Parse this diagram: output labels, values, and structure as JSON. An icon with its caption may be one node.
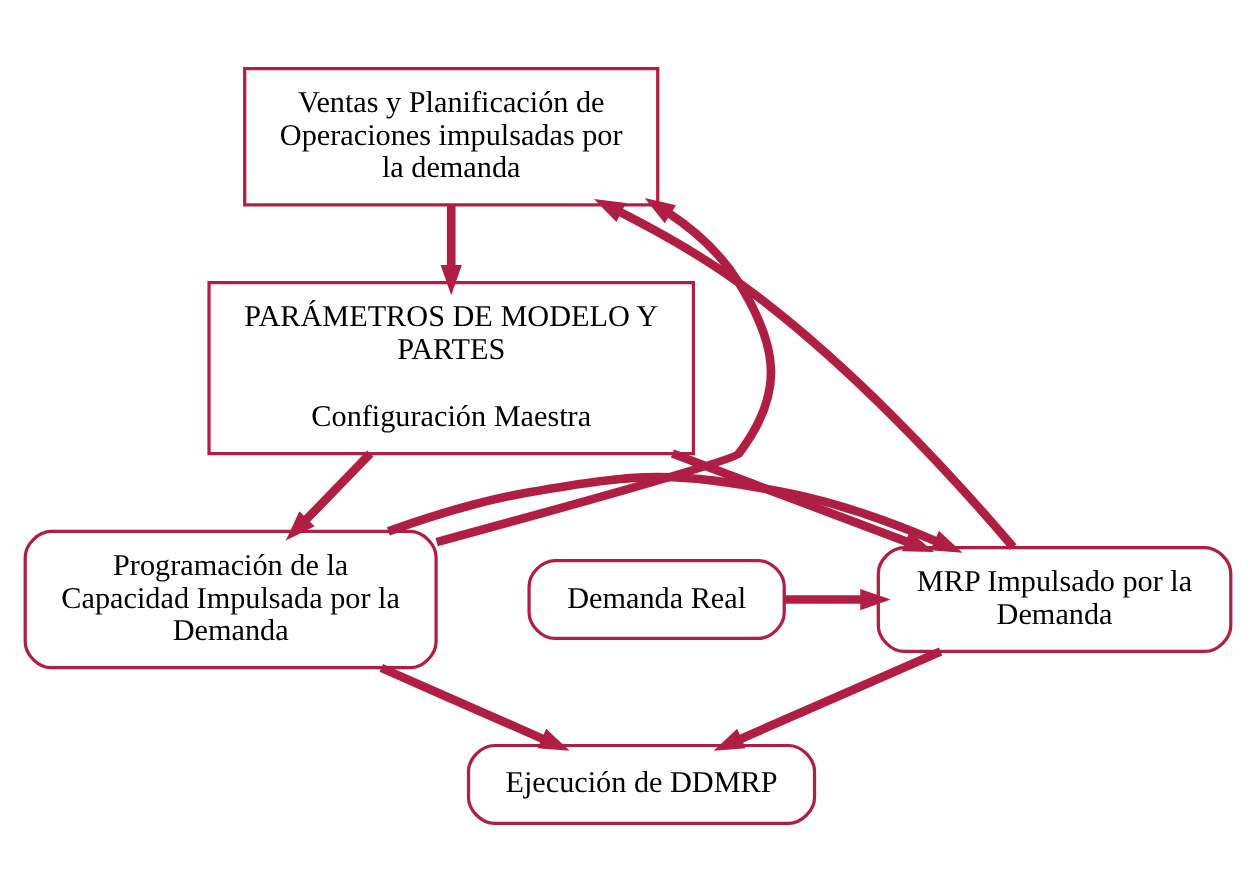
{
  "diagram": {
    "nodes": [
      {
        "text": [
          "Ventas y Planificación de Operaciones impulsadas por la demanda"
        ]
      },
      {
        "text": [
          "PARÁMETROS DE MODELO Y PARTES",
          "Configuración Maestra"
        ]
      },
      {
        "text": [
          "Demanda Real"
        ]
      },
      {
        "text": [
          "MRP Impulsado por la Demanda"
        ]
      },
      {
        "text": [
          "Programación de la Capacidad Impulsada por la Demanda"
        ]
      },
      {
        "text": [
          "Ejecución de DDMRP"
        ]
      }
    ],
    "edges": [
      {
        "from": 0,
        "to": 1,
        "arrow": "to"
      },
      {
        "from": 1,
        "to": 3,
        "arrow": "to"
      },
      {
        "from": 1,
        "to": 4,
        "arrow": "to"
      },
      {
        "from": 2,
        "to": 3,
        "arrow": "to"
      },
      {
        "from": 4,
        "to": 3,
        "arrow": "to"
      },
      {
        "from": 3,
        "to": 0,
        "arrow": "to"
      },
      {
        "from": 3,
        "to": 5,
        "arrow": "to"
      },
      {
        "from": 4,
        "to": 5,
        "arrow": "to"
      },
      {
        "from": 4,
        "to": 0,
        "arrow": "to"
      }
    ]
  }
}
